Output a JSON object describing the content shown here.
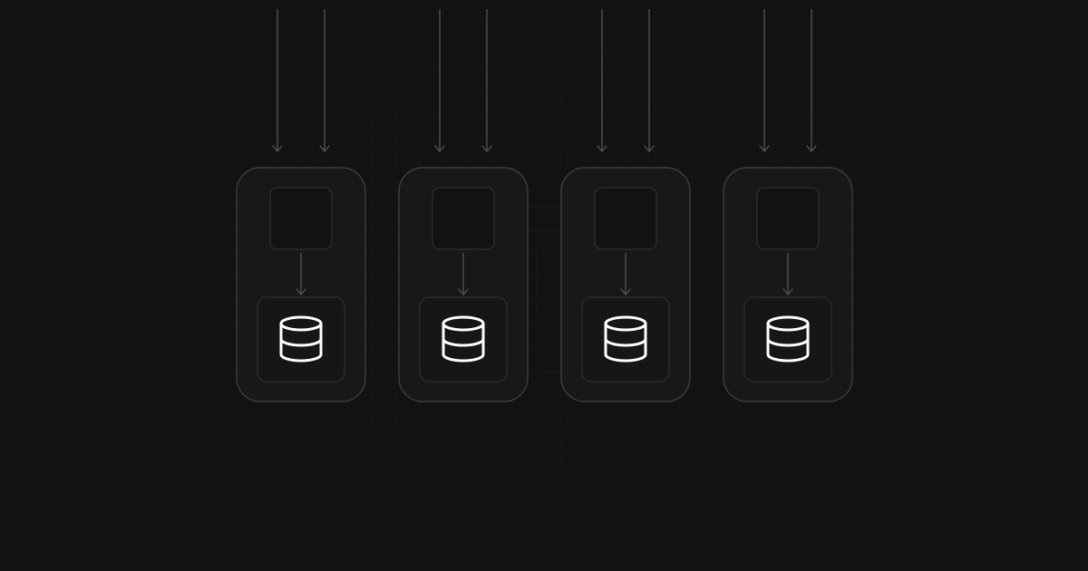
{
  "diagram": {
    "units": [
      {
        "id": "unit-1",
        "incoming_arrows": 2,
        "icon": "database-icon"
      },
      {
        "id": "unit-2",
        "incoming_arrows": 2,
        "icon": "database-icon"
      },
      {
        "id": "unit-3",
        "incoming_arrows": 2,
        "icon": "database-icon"
      },
      {
        "id": "unit-4",
        "incoming_arrows": 2,
        "icon": "database-icon"
      }
    ]
  },
  "colors": {
    "background": "#121212",
    "grid_line": "#1c1c1c",
    "card_border": "#3e3e3e",
    "inner_border": "#2f2f2f",
    "arrow": "#555555",
    "icon": "#ffffff"
  }
}
